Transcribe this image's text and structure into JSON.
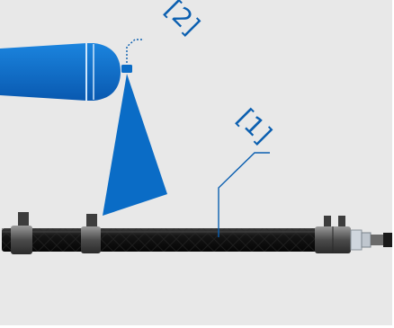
{
  "callouts": [
    {
      "id": "spray-nozzle",
      "label": "[2]"
    },
    {
      "id": "hose",
      "label": "[1]"
    }
  ],
  "colors": {
    "background": "#e8e8e8",
    "accent_blue": "#0a6cc6",
    "callout_blue": "#0b5fb0",
    "hose_black": "#101010",
    "clamp_gray": "#4a4a4a"
  },
  "icons": [
    "spray-can-icon",
    "spray-cone-icon",
    "hose-icon",
    "clamp-icon",
    "fitting-icon"
  ]
}
